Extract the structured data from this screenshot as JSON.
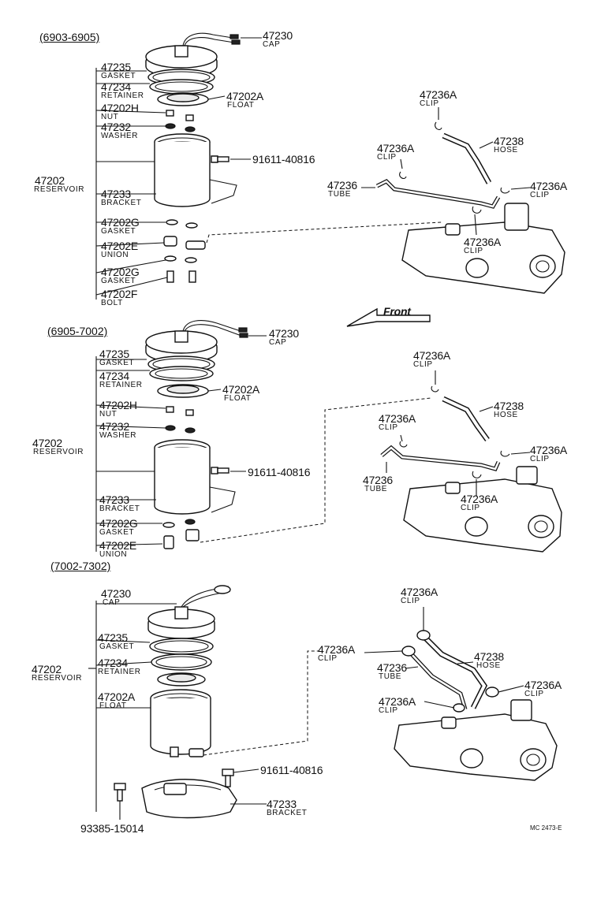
{
  "code": "MC 2473-E",
  "front_label": "Front",
  "section1": {
    "title": "(6903-6905)",
    "labels": {
      "cap": {
        "num": "47230",
        "name": "CAP"
      },
      "gasket": {
        "num": "47235",
        "name": "GASKET"
      },
      "retainer": {
        "num": "47234",
        "name": "RETAINER"
      },
      "float": {
        "num": "47202A",
        "name": "FLOAT"
      },
      "nut": {
        "num": "47202H",
        "name": "NUT"
      },
      "washer": {
        "num": "47232",
        "name": "WASHER"
      },
      "bolt91611": {
        "num": "91611-40816"
      },
      "reservoir": {
        "num": "47202",
        "name": "RESERVOIR"
      },
      "bracket": {
        "num": "47233",
        "name": "BRACKET"
      },
      "gasketG1": {
        "num": "47202G",
        "name": "GASKET"
      },
      "union": {
        "num": "47202E",
        "name": "UNION"
      },
      "gasketG2": {
        "num": "47202G",
        "name": "GASKET"
      },
      "boltF": {
        "num": "47202F",
        "name": "BOLT"
      },
      "clipTop": {
        "num": "47236A",
        "name": "CLIP"
      },
      "hose": {
        "num": "47238",
        "name": "HOSE"
      },
      "clipMid": {
        "num": "47236A",
        "name": "CLIP"
      },
      "clipRight": {
        "num": "47236A",
        "name": "CLIP"
      },
      "tube": {
        "num": "47236",
        "name": "TUBE"
      },
      "clipBottom": {
        "num": "47236A",
        "name": "CLIP"
      }
    }
  },
  "section2": {
    "title": "(6905-7002)",
    "labels": {
      "cap": {
        "num": "47230",
        "name": "CAP"
      },
      "gasket": {
        "num": "47235",
        "name": "GASKET"
      },
      "retainer": {
        "num": "47234",
        "name": "RETAINER"
      },
      "float": {
        "num": "47202A",
        "name": "FLOAT"
      },
      "nut": {
        "num": "47202H",
        "name": "NUT"
      },
      "washer": {
        "num": "47232",
        "name": "WASHER"
      },
      "reservoir": {
        "num": "47202",
        "name": "RESERVOIR"
      },
      "bolt91611": {
        "num": "91611-40816"
      },
      "bracket": {
        "num": "47233",
        "name": "BRACKET"
      },
      "gasketG": {
        "num": "47202G",
        "name": "GASKET"
      },
      "union": {
        "num": "47202E",
        "name": "UNION"
      },
      "clipTop": {
        "num": "47236A",
        "name": "CLIP"
      },
      "hose": {
        "num": "47238",
        "name": "HOSE"
      },
      "clipMid": {
        "num": "47236A",
        "name": "CLIP"
      },
      "clipRight": {
        "num": "47236A",
        "name": "CLIP"
      },
      "tube": {
        "num": "47236",
        "name": "TUBE"
      },
      "clipBottom": {
        "num": "47236A",
        "name": "CLIP"
      }
    }
  },
  "section3": {
    "title": "(7002-7302)",
    "labels": {
      "cap": {
        "num": "47230",
        "name": "CAP"
      },
      "gasket": {
        "num": "47235",
        "name": "GASKET"
      },
      "retainer": {
        "num": "47234",
        "name": "RETAINER"
      },
      "reservoir": {
        "num": "47202",
        "name": "RESERVOIR"
      },
      "float": {
        "num": "47202A",
        "name": "FLOAT"
      },
      "bolt91611": {
        "num": "91611-40816"
      },
      "bracket": {
        "num": "47233",
        "name": "BRACKET"
      },
      "bolt93385": {
        "num": "93385-15014"
      },
      "clipTop": {
        "num": "47236A",
        "name": "CLIP"
      },
      "clipLeft": {
        "num": "47236A",
        "name": "CLIP"
      },
      "hose": {
        "num": "47238",
        "name": "HOSE"
      },
      "tube": {
        "num": "47236",
        "name": "TUBE"
      },
      "clipRight": {
        "num": "47236A",
        "name": "CLIP"
      },
      "clipBottom": {
        "num": "47236A",
        "name": "CLIP"
      }
    }
  }
}
